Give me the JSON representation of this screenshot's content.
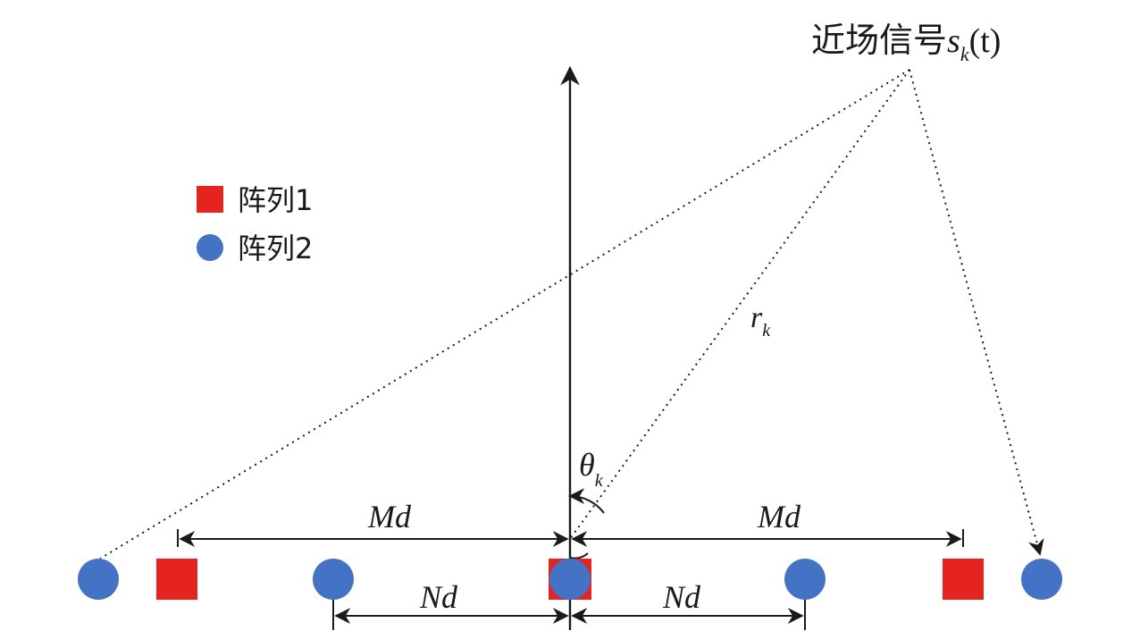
{
  "signal": {
    "label_cn": "近场信号",
    "sym": "s",
    "sub": "k",
    "arg": "(t)"
  },
  "legend": [
    {
      "shape": "square",
      "label": "阵列1",
      "color": "#e5231f"
    },
    {
      "shape": "circle",
      "label": "阵列2",
      "color": "#4472c4"
    }
  ],
  "range": {
    "sym": "r",
    "sub": "k"
  },
  "angle": {
    "sym": "θ",
    "sub": "k"
  },
  "dims": {
    "md_left": "Md",
    "md_right": "Md",
    "nd_left": "Nd",
    "nd_right": "Nd"
  },
  "colors": {
    "square": "#e5231f",
    "circle": "#4472c4",
    "ink": "#1a1a1a"
  }
}
